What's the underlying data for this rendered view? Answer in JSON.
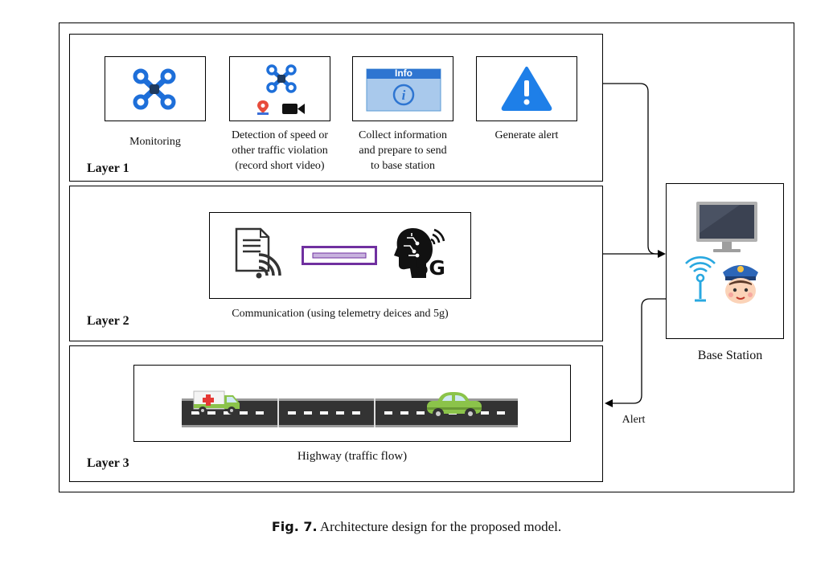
{
  "figure": {
    "layer1": {
      "label": "Layer 1",
      "items": [
        {
          "icon": "drone-icon",
          "caption": [
            "Monitoring"
          ]
        },
        {
          "icon": "drone-camera-icon",
          "caption": [
            "Detection of speed or",
            "other traffic violation",
            "(record short video)"
          ]
        },
        {
          "icon": "info-icon",
          "icon_text": "Info",
          "caption": [
            "Collect information",
            "and prepare to send",
            "to base station"
          ]
        },
        {
          "icon": "warning-icon",
          "caption": [
            "Generate alert"
          ]
        }
      ]
    },
    "layer2": {
      "label": "Layer 2",
      "caption": "Communication (using telemetry deices and 5g)",
      "icons": [
        "telemetry-device-icon",
        "modem-icon",
        "5g-head-icon"
      ],
      "icon_text_5g": "5G"
    },
    "layer3": {
      "label": "Layer 3",
      "caption": "Highway (traffic flow)",
      "icons": [
        "ambulance-icon",
        "car-icon",
        "road-icon"
      ]
    },
    "base_station": {
      "label": "Base Station",
      "icons": [
        "monitor-icon",
        "antenna-icon",
        "police-officer-icon"
      ]
    },
    "alert_label": "Alert",
    "colors": {
      "drone_blue": "#1e6fd9",
      "info_blue": "#5b9bd5",
      "warning_blue": "#1e7fe8",
      "modem_purple": "#7030a0",
      "road": "#333333",
      "car_green": "#8bc34a"
    }
  },
  "caption": {
    "fig_label": "Fig. 7.",
    "text": "Architecture design for the proposed model."
  }
}
